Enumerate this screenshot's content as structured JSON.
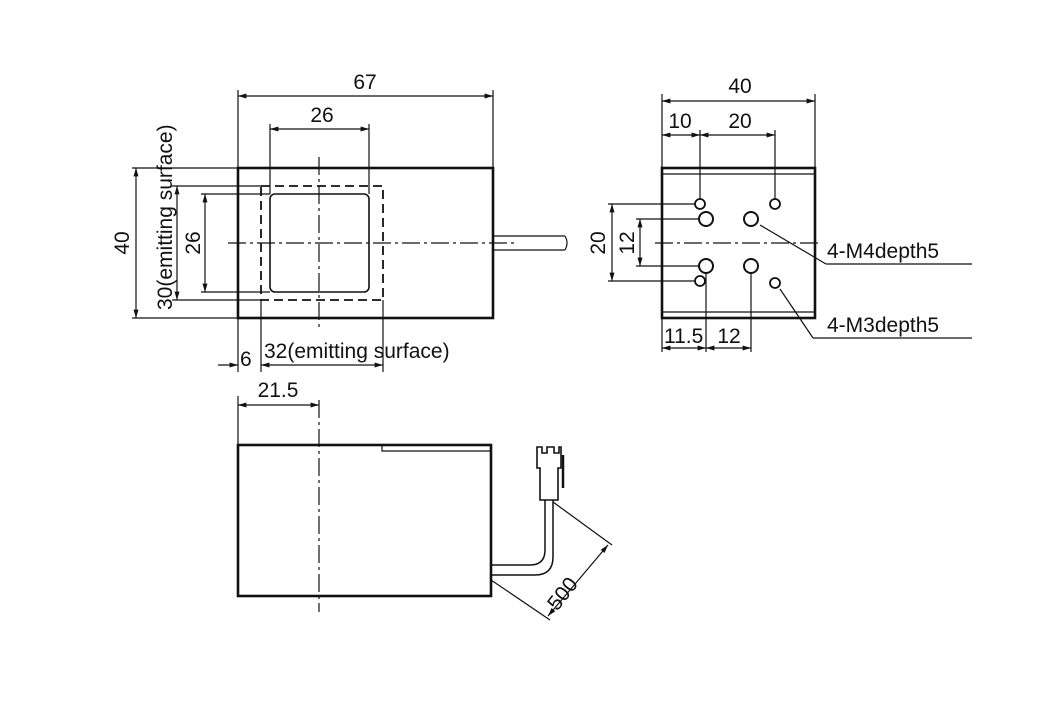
{
  "front_view": {
    "width": "67",
    "window_width": "26",
    "height": "40",
    "emitting_height": "30(emitting surface)",
    "window_height": "26",
    "offset": "6",
    "emitting_width": "32(emitting surface)"
  },
  "side_view": {
    "width": "40",
    "hole_offset": "10",
    "hole_spacing": "20",
    "vertical_spacing_outer": "20",
    "vertical_spacing_inner": "12",
    "bottom_offset": "11.5",
    "bottom_spacing": "12",
    "m4_label": "4-M4depth5",
    "m3_label": "4-M3depth5"
  },
  "bottom_view": {
    "center_offset": "21.5",
    "cable_length": "500"
  }
}
